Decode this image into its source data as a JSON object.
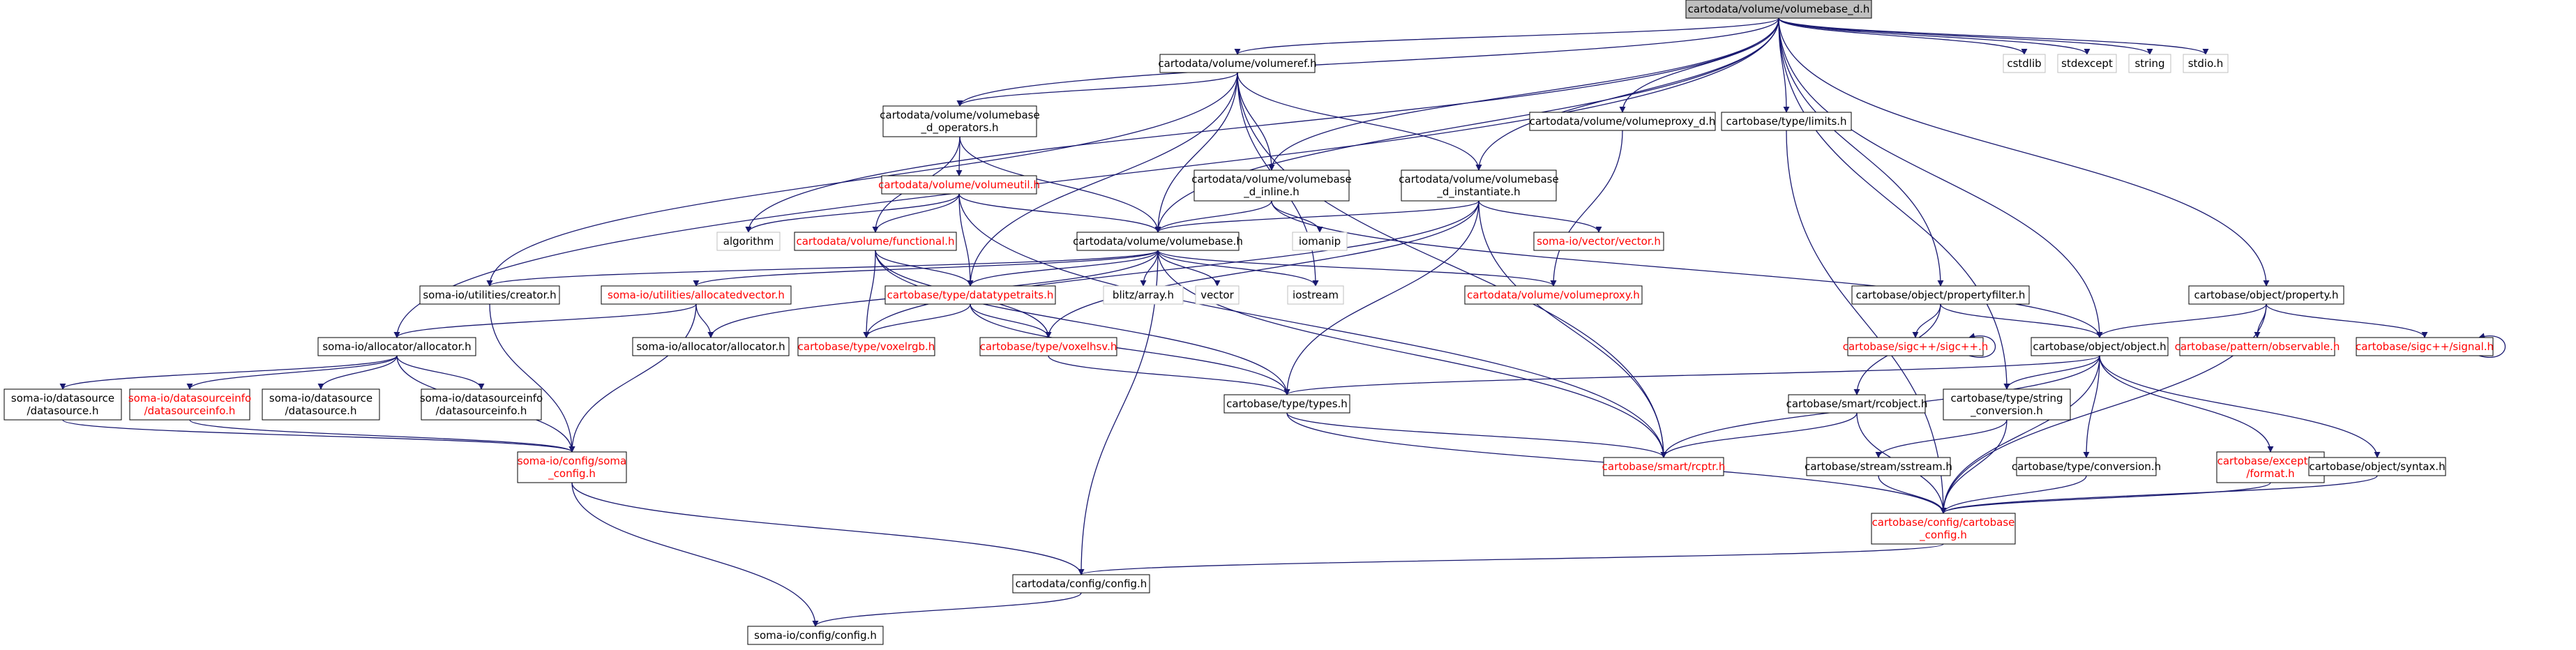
{
  "diagram": {
    "style": {
      "node_border": "#000000",
      "missing_border": "#bfbfbf",
      "link_text": "#ff0000",
      "plain_text": "#000000",
      "root_fill": "#bfbfbf",
      "edge_color": "#191970",
      "background": "#ffffff"
    },
    "nodes": [
      {
        "id": "root",
        "label": "cartodata/volume/volumebase_d.h",
        "kind": "root"
      },
      {
        "id": "volumeref",
        "label": "cartodata/volume/volumeref.h",
        "kind": "node"
      },
      {
        "id": "cstdlib",
        "label": "cstdlib",
        "kind": "missing"
      },
      {
        "id": "stdexcept",
        "label": "stdexcept",
        "kind": "missing"
      },
      {
        "id": "string",
        "label": "string",
        "kind": "missing"
      },
      {
        "id": "stdio",
        "label": "stdio.h",
        "kind": "missing"
      },
      {
        "id": "vb_dops",
        "label": "cartodata/volume/volumebase\n_d_operators.h",
        "kind": "node"
      },
      {
        "id": "volumeproxy_d",
        "label": "cartodata/volume/volumeproxy_d.h",
        "kind": "node"
      },
      {
        "id": "limits",
        "label": "cartobase/type/limits.h",
        "kind": "node"
      },
      {
        "id": "volumeutil",
        "label": "cartodata/volume/volumeutil.h",
        "kind": "link"
      },
      {
        "id": "vb_dinline",
        "label": "cartodata/volume/volumebase\n_d_inline.h",
        "kind": "node"
      },
      {
        "id": "vb_dinst",
        "label": "cartodata/volume/volumebase\n_d_instantiate.h",
        "kind": "node"
      },
      {
        "id": "algorithm",
        "label": "algorithm",
        "kind": "missing"
      },
      {
        "id": "functional",
        "label": "cartodata/volume/functional.h",
        "kind": "link"
      },
      {
        "id": "volumebase",
        "label": "cartodata/volume/volumebase.h",
        "kind": "node"
      },
      {
        "id": "iomanip",
        "label": "iomanip",
        "kind": "missing"
      },
      {
        "id": "somavector",
        "label": "soma-io/vector/vector.h",
        "kind": "link"
      },
      {
        "id": "creator",
        "label": "soma-io/utilities/creator.h",
        "kind": "node"
      },
      {
        "id": "allocatedvector",
        "label": "soma-io/utilities/allocatedvector.h",
        "kind": "link"
      },
      {
        "id": "datatypetraits",
        "label": "cartobase/type/datatypetraits.h",
        "kind": "link"
      },
      {
        "id": "blitz",
        "label": "blitz/array.h",
        "kind": "missing"
      },
      {
        "id": "vector",
        "label": "vector",
        "kind": "missing"
      },
      {
        "id": "iostream",
        "label": "iostream",
        "kind": "missing"
      },
      {
        "id": "volumeproxy",
        "label": "cartodata/volume/volumeproxy.h",
        "kind": "link"
      },
      {
        "id": "propertyfilter",
        "label": "cartobase/object/propertyfilter.h",
        "kind": "node"
      },
      {
        "id": "property",
        "label": "cartobase/object/property.h",
        "kind": "node"
      },
      {
        "id": "allocator",
        "label": "soma-io/allocator/allocator.h",
        "kind": "node"
      },
      {
        "id": "alloc_allocator",
        "label": "soma-io/allocator/allocator.h",
        "kind": "node"
      },
      {
        "id": "voxelrgb",
        "label": "cartobase/type/voxelrgb.h",
        "kind": "link"
      },
      {
        "id": "voxelhsv",
        "label": "cartobase/type/voxelhsv.h",
        "kind": "link"
      },
      {
        "id": "sigcpp",
        "label": "cartobase/sigc++/sigc++.h",
        "kind": "link"
      },
      {
        "id": "object",
        "label": "cartobase/object/object.h",
        "kind": "node"
      },
      {
        "id": "observable",
        "label": "cartobase/pattern/observable.h",
        "kind": "link"
      },
      {
        "id": "signal",
        "label": "cartobase/sigc++/signal.h",
        "kind": "link"
      },
      {
        "id": "datasource",
        "label": "soma-io/datasource\n/datasource.h",
        "kind": "node"
      },
      {
        "id": "datasourceinfo",
        "label": "soma-io/datasourceinfo\n/datasourceinfo.h",
        "kind": "link"
      },
      {
        "id": "datasource2",
        "label": "soma-io/datasource\n/datasource.h",
        "kind": "node"
      },
      {
        "id": "datasourceinfo2",
        "label": "soma-io/datasourceinfo\n/datasourceinfo.h",
        "kind": "node"
      },
      {
        "id": "types",
        "label": "cartobase/type/types.h",
        "kind": "node"
      },
      {
        "id": "rcobject",
        "label": "cartobase/smart/rcobject.h",
        "kind": "node"
      },
      {
        "id": "string_conv",
        "label": "cartobase/type/string\n_conversion.h",
        "kind": "node"
      },
      {
        "id": "somaconfig",
        "label": "soma-io/config/soma\n_config.h",
        "kind": "link"
      },
      {
        "id": "rcptr",
        "label": "cartobase/smart/rcptr.h",
        "kind": "link"
      },
      {
        "id": "sstream",
        "label": "cartobase/stream/sstream.h",
        "kind": "node"
      },
      {
        "id": "conversion",
        "label": "cartobase/type/conversion.h",
        "kind": "node"
      },
      {
        "id": "exc_format",
        "label": "cartobase/exception\n/format.h",
        "kind": "link"
      },
      {
        "id": "syntax",
        "label": "cartobase/object/syntax.h",
        "kind": "node"
      },
      {
        "id": "cb_config",
        "label": "cartobase/config/cartobase\n_config.h",
        "kind": "link"
      },
      {
        "id": "cd_config",
        "label": "cartodata/config/config.h",
        "kind": "node"
      },
      {
        "id": "soma_config",
        "label": "soma-io/config/config.h",
        "kind": "node"
      }
    ]
  }
}
